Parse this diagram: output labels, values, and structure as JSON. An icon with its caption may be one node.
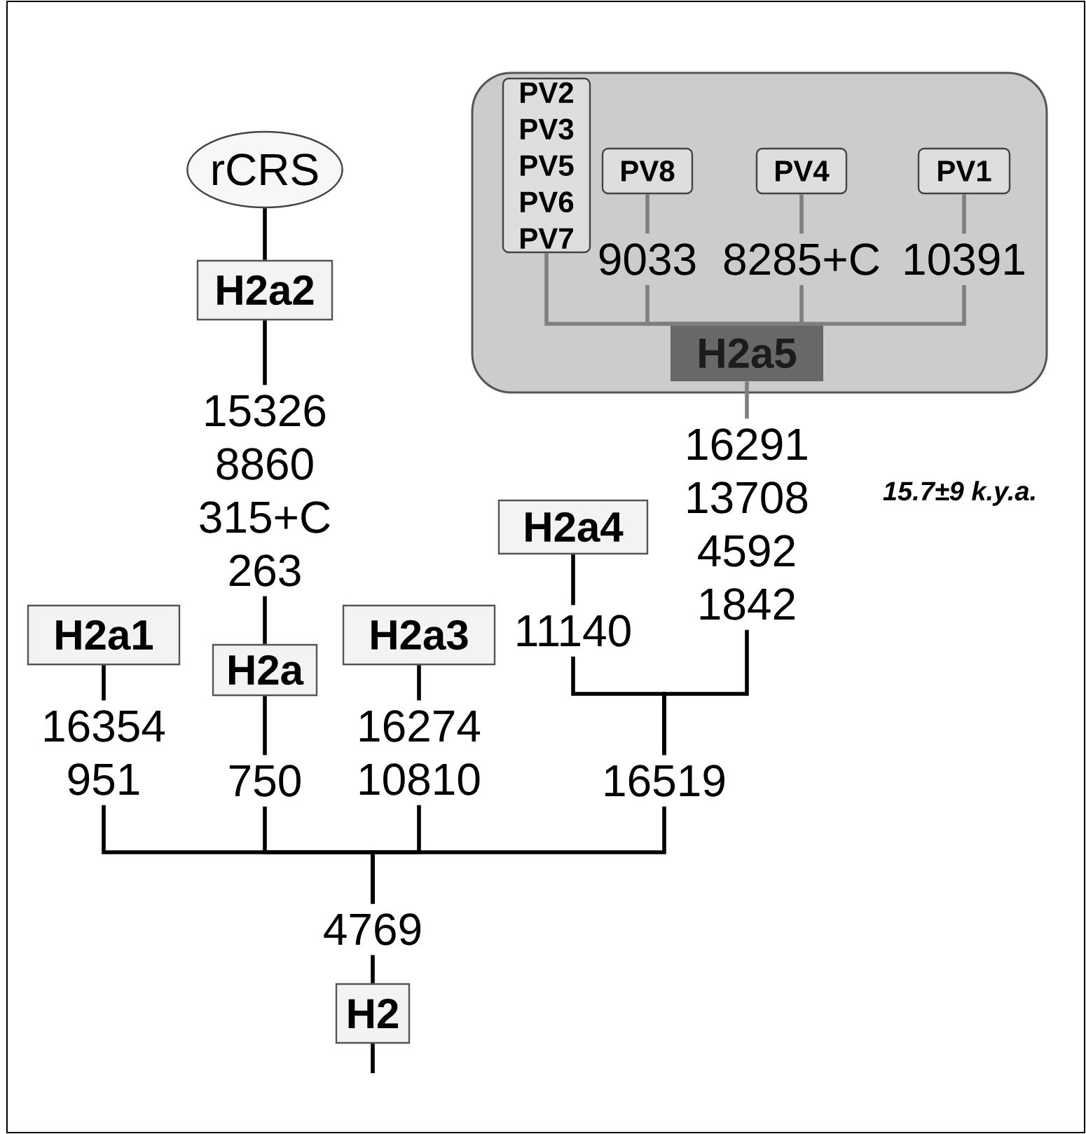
{
  "diagram": {
    "nodes": [
      {
        "text": [],
        "shape": "box"
      },
      {
        "text": [
          "PV2",
          "PV3",
          "PV5",
          "PV6",
          "PV7"
        ],
        "in": 0
      },
      {
        "text": [
          "PV8"
        ],
        "in": 0
      },
      {
        "text": [
          "PV4"
        ],
        "in": 0
      },
      {
        "text": [
          "PV1"
        ],
        "in": 0
      },
      {
        "text": [
          "9033"
        ],
        "in": 0
      },
      {
        "text": [
          "8285+C"
        ],
        "in": 0
      },
      {
        "text": [
          "10391"
        ],
        "in": 0
      },
      {
        "text": [
          "H2a5"
        ],
        "in": 0
      },
      {
        "text": [
          "rCRS"
        ]
      },
      {
        "text": [
          "H2a2"
        ]
      },
      {
        "text": [
          "15326 8860 315+C 263"
        ]
      },
      {
        "text": [
          "16291 13708 4592 1842"
        ]
      },
      {
        "text": [
          "H2a4"
        ]
      },
      {
        "text": [
          "11140"
        ]
      },
      {
        "text": [
          "H2a1"
        ]
      },
      {
        "text": [
          "H2a"
        ]
      },
      {
        "text": [
          "H2a3"
        ]
      },
      {
        "text": [
          "16354 951"
        ]
      },
      {
        "text": [
          "750"
        ]
      },
      {
        "text": [
          "16274 10810"
        ]
      },
      {
        "text": [
          "16519"
        ]
      },
      {
        "text": [
          "4769"
        ]
      },
      {
        "text": [
          "H2"
        ]
      }
    ],
    "edges": [
      {
        "from": 9,
        "to": 10,
        "arrow": "none"
      },
      {
        "from": 10,
        "to": 11,
        "arrow": "none"
      },
      {
        "from": 11,
        "to": 16,
        "arrow": "none"
      },
      {
        "from": 15,
        "to": 18,
        "arrow": "none"
      },
      {
        "from": 16,
        "to": 19,
        "arrow": "none"
      },
      {
        "from": 17,
        "to": 20,
        "arrow": "none"
      },
      {
        "from": 13,
        "to": 14,
        "arrow": "none"
      },
      {
        "from": 14,
        "to": 21,
        "arrow": "none"
      },
      {
        "from": 12,
        "to": 21,
        "arrow": "none"
      },
      {
        "from": 8,
        "to": 12,
        "arrow": "none",
        "color": "#7f7f7f"
      },
      {
        "from": 8,
        "to": 1,
        "arrow": "none",
        "color": "#7f7f7f"
      },
      {
        "from": 8,
        "to": 5,
        "arrow": "none",
        "color": "#7f7f7f"
      },
      {
        "from": 8,
        "to": 6,
        "arrow": "none",
        "color": "#7f7f7f"
      },
      {
        "from": 8,
        "to": 7,
        "arrow": "none",
        "color": "#7f7f7f"
      },
      {
        "from": 2,
        "to": 5,
        "arrow": "none",
        "color": "#7f7f7f"
      },
      {
        "from": 3,
        "to": 6,
        "arrow": "none",
        "color": "#7f7f7f"
      },
      {
        "from": 4,
        "to": 7,
        "arrow": "none",
        "color": "#7f7f7f"
      },
      {
        "from": 18,
        "to": 22,
        "arrow": "none"
      },
      {
        "from": 19,
        "to": 22,
        "arrow": "none"
      },
      {
        "from": 20,
        "to": 22,
        "arrow": "none"
      },
      {
        "from": 21,
        "to": 22,
        "arrow": "none"
      },
      {
        "from": 22,
        "to": 23,
        "arrow": "none"
      },
      {
        "from": 23,
        "to": null,
        "arrow": "none"
      }
    ],
    "labels": [
      "15.7±9 k.y.a."
    ]
  }
}
